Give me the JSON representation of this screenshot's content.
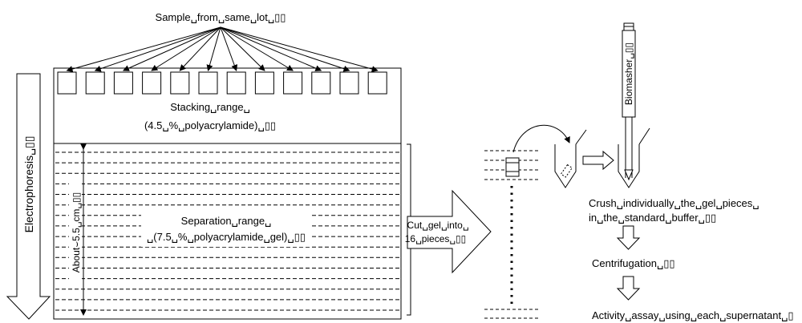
{
  "labels": {
    "sample": "Sample␣from␣same␣lot␣▯▯",
    "stacking_line1": "Stacking␣range␣",
    "stacking_line2": "(4.5␣%␣polyacrylamide)␣▯▯",
    "separation_line1": "Separation␣range␣",
    "separation_line2": "␣(7.5␣%␣polyacrylamide␣gel)␣▯▯",
    "about": "About⌣5.5␣cm␣▯▯",
    "electrophoresis": "Electrophoresis␣▯▯",
    "cut_line1": "Cut␣gel␣into␣",
    "cut_line2": "16␣pieces␣▯▯",
    "biomasher": "Biomasher␣▯▯",
    "crush_line1": "Crush␣individually␣the␣gel␣pieces␣",
    "crush_line2": "in␣the␣standard␣buffer␣▯▯",
    "centrifugation": "Centrifugation␣▯▯",
    "activity": "Activity␣assay␣using␣each␣supernatant␣▯"
  },
  "gel": {
    "well_count": 12,
    "slice_count": 16
  }
}
